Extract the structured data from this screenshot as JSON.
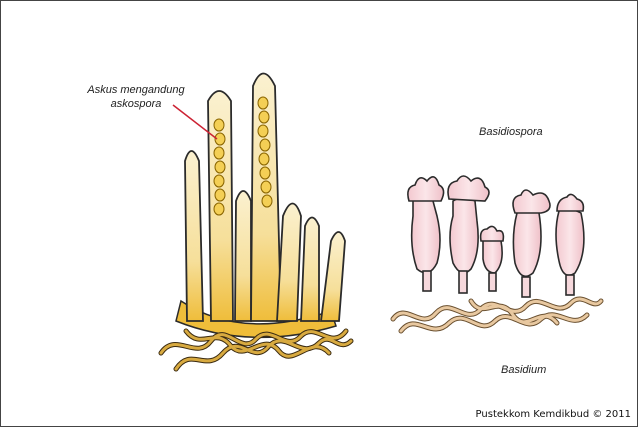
{
  "labels": {
    "askus_line1": "Askus mengandung",
    "askus_line2": "askospora",
    "basidiospora": "Basidiospora",
    "basidium": "Basidium"
  },
  "credit": "Pustekkom Kemdikbud © 2011",
  "colors": {
    "ascus_fill": "#f7e6a6",
    "ascus_base": "#f0c040",
    "spore": "#d9a520",
    "basidium_fill": "#f6d8dc",
    "hypha": "#c8a060",
    "pointer": "#cc2233"
  }
}
